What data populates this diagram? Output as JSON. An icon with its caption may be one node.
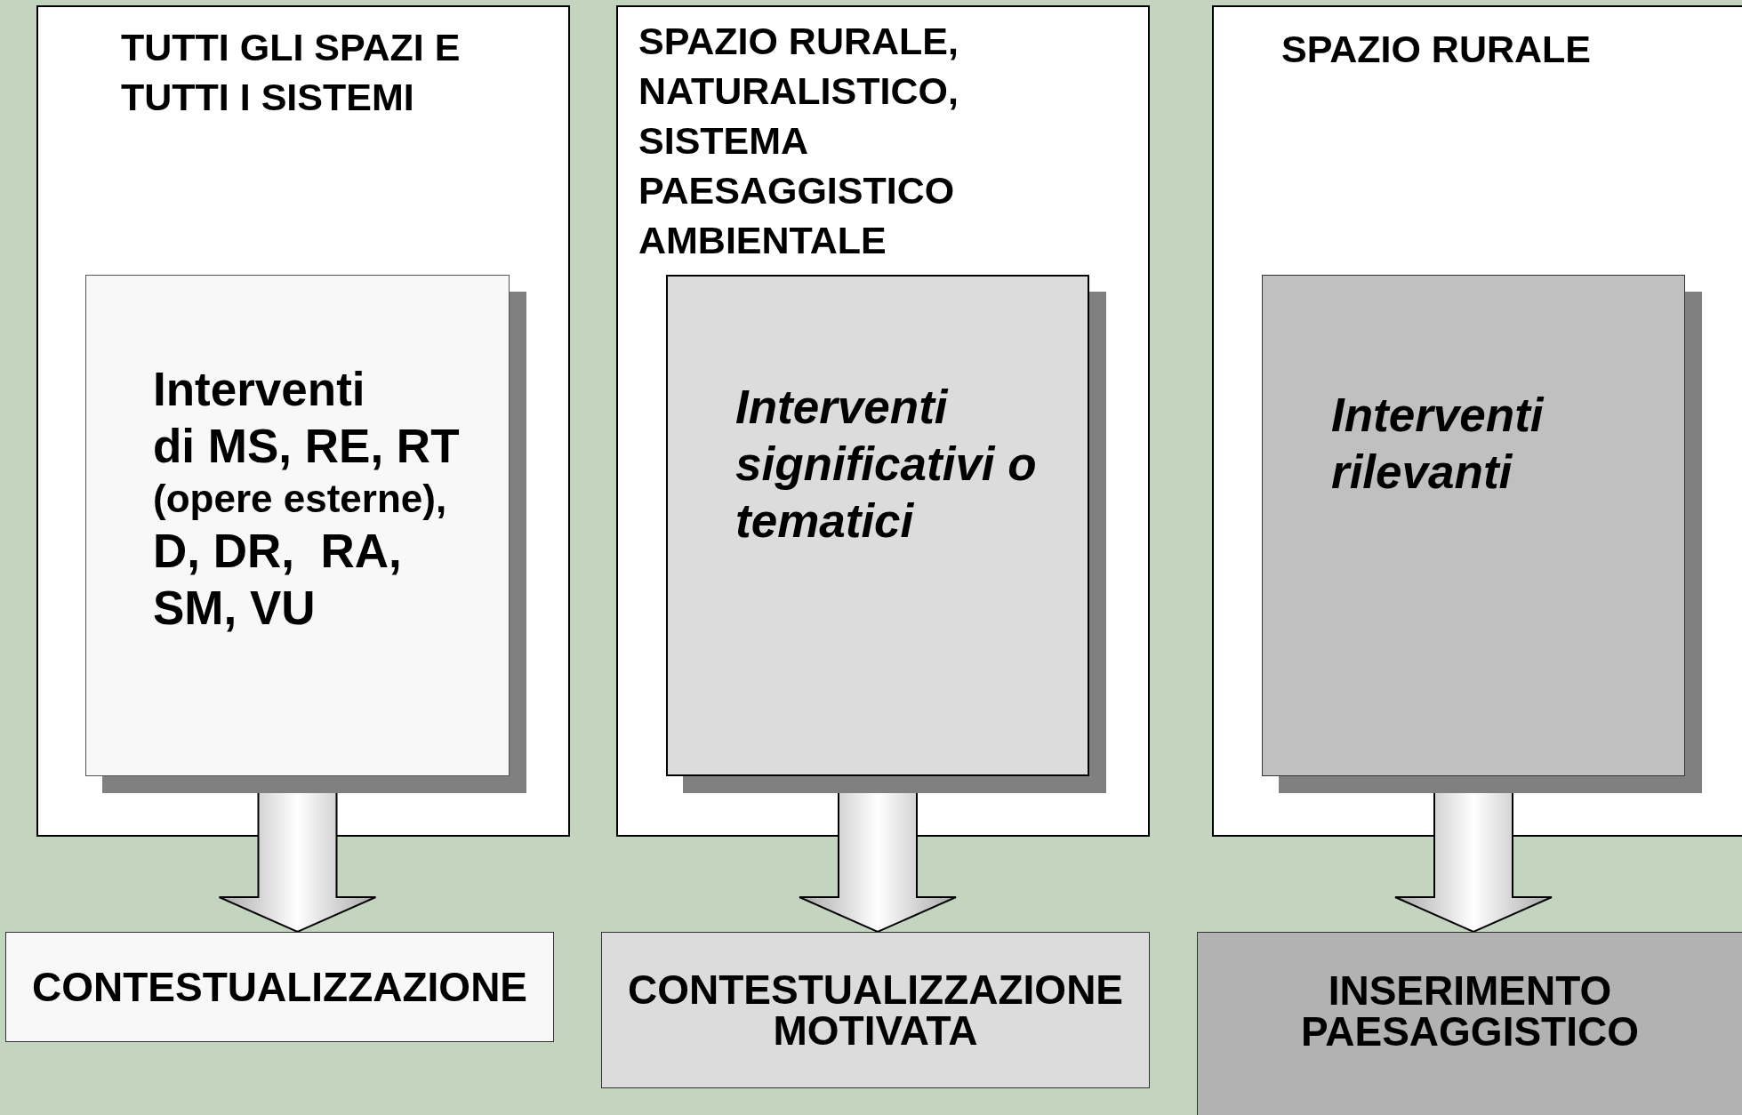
{
  "diagram": {
    "nodes": [
      {
        "text": [
          "TUTTI GLI SPAZI E TUTTI I SISTEMI"
        ]
      },
      {
        "text": [
          "Interventi",
          "di MS, RE, RT",
          "(opere esterne),",
          "D, DR,  RA, SM, VU"
        ],
        "in": 0
      },
      {
        "text": [
          "SPAZIO RURALE, NATURALISTICO, SISTEMA PAESAGGISTICO AMBIENTALE"
        ]
      },
      {
        "text": [
          "Interventi significativi o tematici"
        ],
        "in": 2
      },
      {
        "text": [
          "SPAZIO RURALE"
        ]
      },
      {
        "text": [
          "Interventi rilevanti"
        ],
        "in": 4
      },
      {
        "text": [
          "CONTESTUALIZZAZIONE"
        ]
      },
      {
        "text": [
          "CONTESTUALIZZAZIONE MOTIVATA"
        ]
      },
      {
        "text": [
          "INSERIMENTO PAESAGGISTICO"
        ]
      }
    ],
    "edges": [
      {
        "from": 1,
        "to": 6,
        "arrow": "to"
      },
      {
        "from": 3,
        "to": 7,
        "arrow": "to"
      },
      {
        "from": 5,
        "to": 8,
        "arrow": "to"
      }
    ]
  }
}
